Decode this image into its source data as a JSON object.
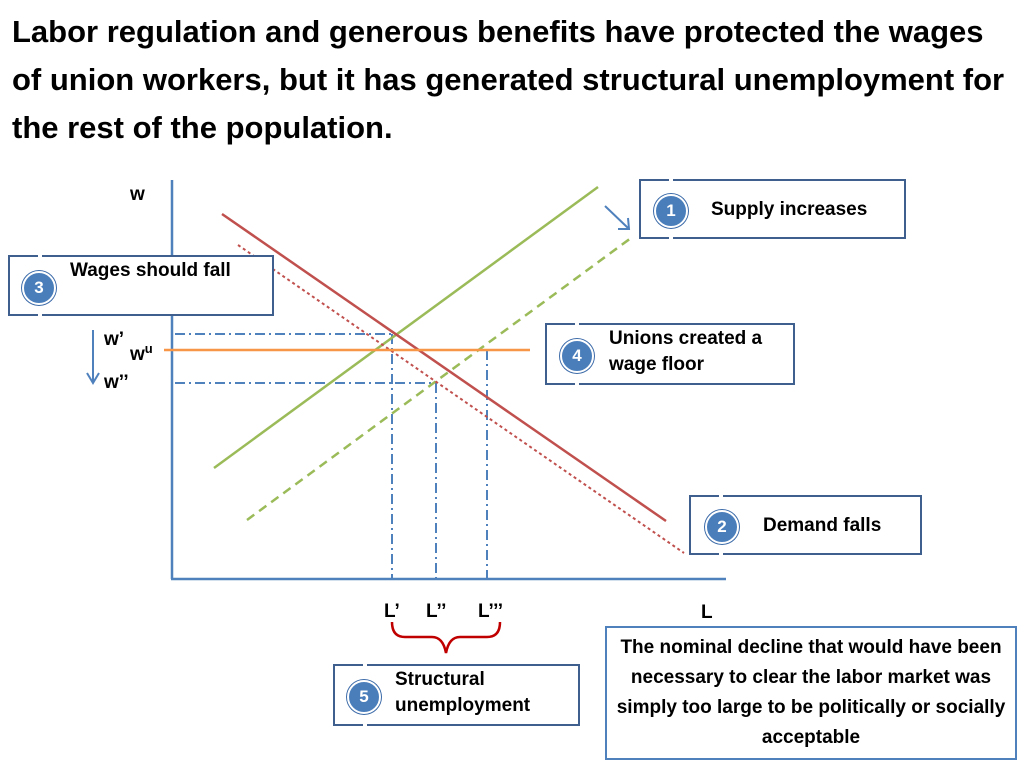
{
  "title": "Labor regulation and generous benefits have protected the wages of union workers, but it has generated structural unemployment for the rest of the population.",
  "diagram": {
    "y_axis_label": "w",
    "x_axis_label": "L",
    "wage_labels": {
      "w_prime": "w’",
      "w_union": "w",
      "w_union_sup": "u",
      "w_double_prime": "w’’"
    },
    "labor_labels": {
      "L_prime": "L’",
      "L_double_prime": "L’’",
      "L_triple_prime": "L’’’"
    }
  },
  "callouts": [
    {
      "number": "1",
      "text": "Supply increases"
    },
    {
      "number": "2",
      "text": "Demand falls"
    },
    {
      "number": "3",
      "text": "Wages should fall"
    },
    {
      "number": "4",
      "text": "Unions created a wage floor"
    },
    {
      "number": "5",
      "text": "Structural unemployment"
    }
  ],
  "note": "The nominal decline that would have been necessary to clear the labor market was simply too large to be politically or socially acceptable",
  "colors": {
    "axis": "#4f81bd",
    "supply": "#9bbb59",
    "demand": "#c0504d",
    "wage_floor": "#f79646",
    "guides": "#4f81bd",
    "brace": "#c00000",
    "badge": "#4a7ebb"
  }
}
